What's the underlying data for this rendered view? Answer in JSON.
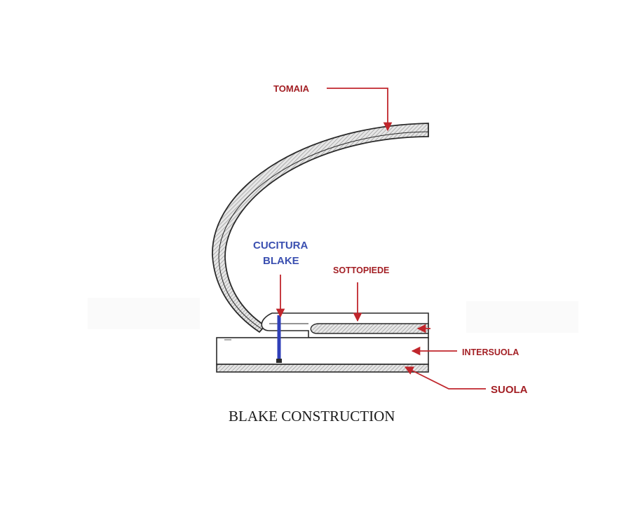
{
  "labels": {
    "tomaia": "TOMAIA",
    "cucitura_line1": "CUCITURA",
    "cucitura_line2": "BLAKE",
    "sottopiede": "SOTTOPIEDE",
    "intersuola": "INTERSUOLA",
    "suola": "SUOLA"
  },
  "title": "BLAKE CONSTRUCTION",
  "colors": {
    "label_red": "#a31f24",
    "label_blue": "#3a4fb0",
    "arrow_red": "#c0262c",
    "stitch_blue": "#2f3fb8",
    "outline": "#2a2a2a",
    "hatch": "#9a9a9a"
  }
}
